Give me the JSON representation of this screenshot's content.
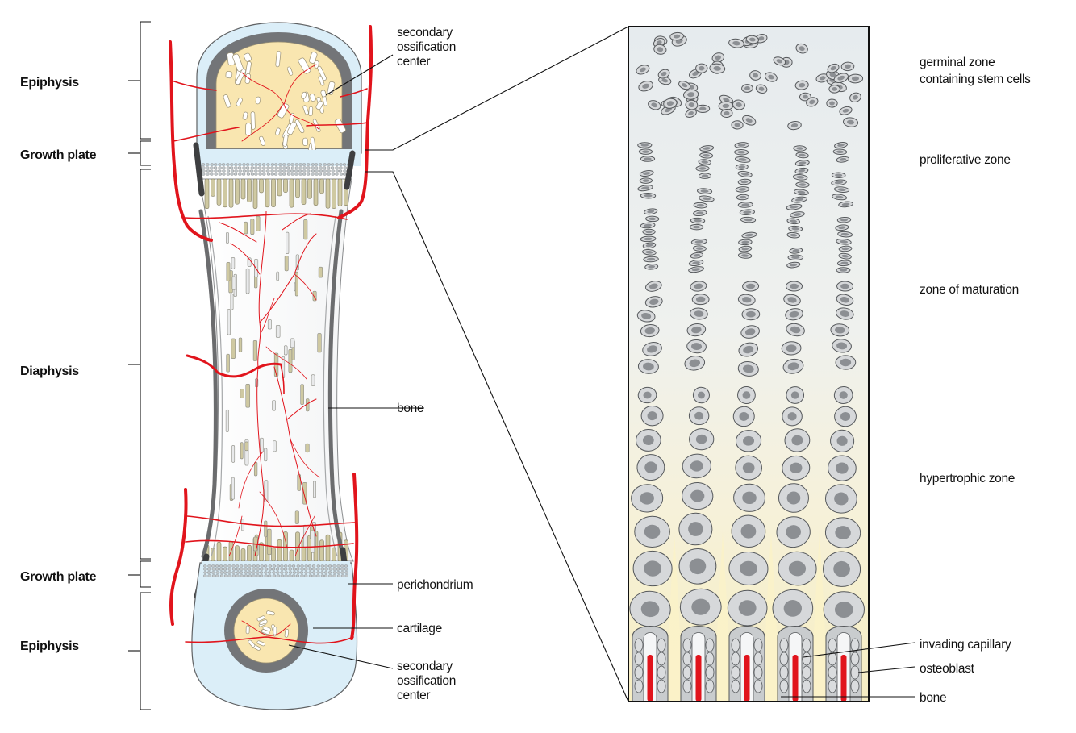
{
  "regions": {
    "epiphysis_top": "Epiphysis",
    "growth_plate_top": "Growth plate",
    "diaphysis": "Diaphysis",
    "growth_plate_bottom": "Growth plate",
    "epiphysis_bottom": "Epiphysis"
  },
  "bone_callouts": {
    "secondary_top": [
      "secondary",
      "ossification",
      "center"
    ],
    "bone": "bone",
    "perichondrium": "perichondrium",
    "cartilage": "cartilage",
    "secondary_bottom": [
      "secondary",
      "ossification",
      "center"
    ]
  },
  "zone_callouts": {
    "germinal": [
      "germinal zone",
      "containing stem cells"
    ],
    "proliferative": "proliferative zone",
    "maturation": "zone of maturation",
    "hypertrophic": "hypertrophic zone",
    "capillary": "invading capillary",
    "osteoblast": "osteoblast",
    "bone": "bone"
  },
  "colors": {
    "vessel": "#e1141c",
    "cartilage": "#dbeef8",
    "marrow": "#f9e6b0",
    "cell": "#d6d8da",
    "nucleus": "#8c8f93",
    "cortex": "#6b6c6e",
    "trabecula": "#cfc9a2"
  }
}
